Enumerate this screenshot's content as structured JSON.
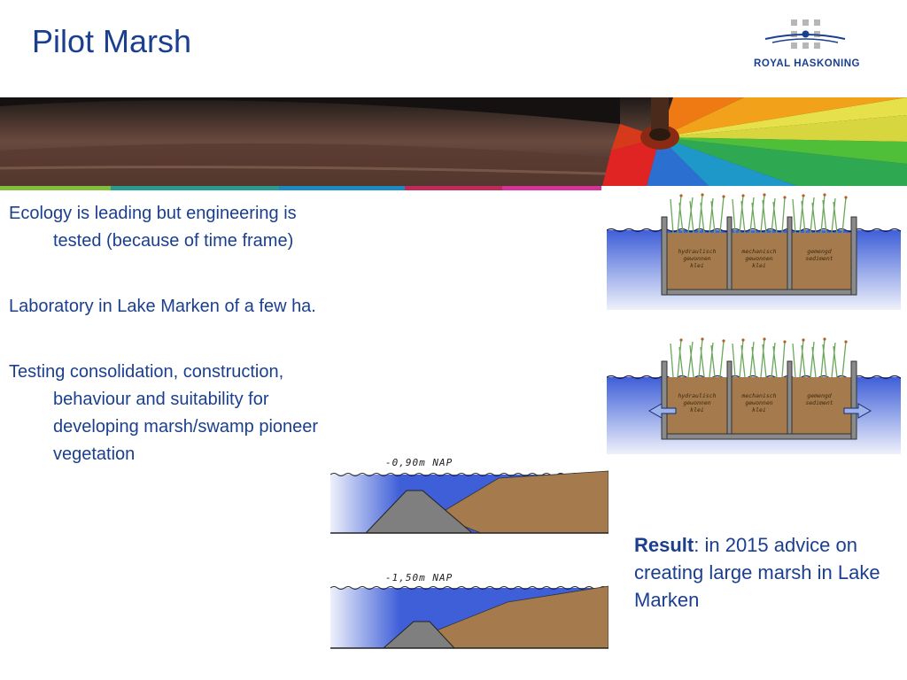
{
  "slide": {
    "title": "Pilot Marsh"
  },
  "logo": {
    "text": "ROYAL HASKONING"
  },
  "bullets": [
    "Ecology is leading but engineering is tested (because of time frame)",
    "Laboratory in Lake Marken of a few ha.",
    "Testing consolidation, construction, behaviour and suitability for developing marsh/swamp pioneer vegetation"
  ],
  "cross_section_top": {
    "labels": [
      [
        "hydraulisch",
        "gewonnen",
        "klei"
      ],
      [
        "mechanisch",
        "gewonnen",
        "klei"
      ],
      [
        "gemengd",
        "sediment"
      ]
    ]
  },
  "cross_section_bottom": {
    "labels": [
      [
        "hydraulisch",
        "gewonnen",
        "klei"
      ],
      [
        "mechanisch",
        "gewonnen",
        "klei"
      ],
      [
        "gemengd",
        "sediment"
      ]
    ]
  },
  "profile_top": {
    "level": "-0,90m NAP"
  },
  "profile_bottom": {
    "level": "-1,50m NAP"
  },
  "result": {
    "label": "Result",
    "text": ": in 2015 advice on creating large marsh in Lake Marken"
  },
  "colors": {
    "title": "#1b3f8f",
    "water": "#3f5fd8",
    "soil": "#a57a4c",
    "dike": "#7f7f7f"
  }
}
